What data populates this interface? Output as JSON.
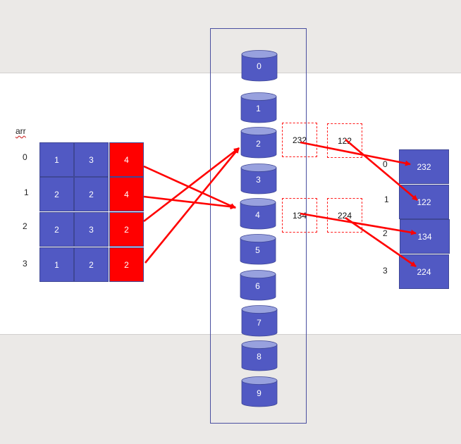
{
  "input": {
    "label": "arr",
    "row_indices": [
      "0",
      "1",
      "2",
      "3"
    ],
    "rows": [
      [
        "1",
        "3",
        "4"
      ],
      [
        "2",
        "2",
        "4"
      ],
      [
        "2",
        "3",
        "2"
      ],
      [
        "1",
        "2",
        "2"
      ]
    ],
    "highlight_column": 2
  },
  "buckets": {
    "labels": [
      "0",
      "1",
      "2",
      "3",
      "4",
      "5",
      "6",
      "7",
      "8",
      "9"
    ]
  },
  "temp_values": [
    {
      "value": "232"
    },
    {
      "value": "122"
    },
    {
      "value": "134"
    },
    {
      "value": "224"
    }
  ],
  "output": {
    "indices": [
      "0",
      "1",
      "2",
      "3"
    ],
    "values": [
      "232",
      "122",
      "134",
      "224"
    ]
  },
  "colors": {
    "cell_fill": "#5159c3",
    "highlight_fill": "#ff0000",
    "cylinder_top": "#98a1de",
    "arrow": "#ff0000"
  }
}
